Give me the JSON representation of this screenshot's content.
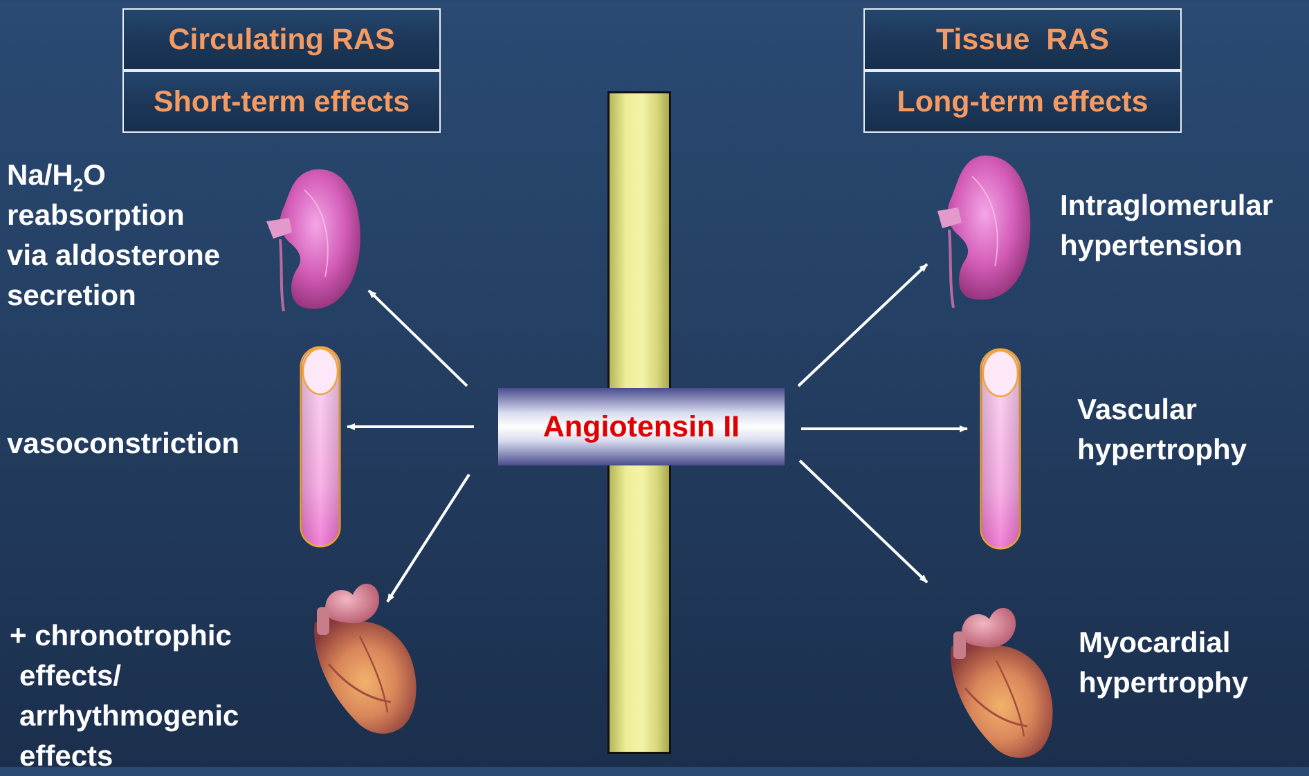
{
  "left_header": {
    "title": "Circulating RAS",
    "subtitle": "Short-term effects"
  },
  "right_header": {
    "title": "Tissue  RAS",
    "subtitle": "Long-term effects"
  },
  "center": {
    "label": "Angiotensin II"
  },
  "left_effects": {
    "renal": {
      "line1_pre": "Na/H",
      "line1_sub": "2",
      "line1_post": "O",
      "line2": "reabsorption",
      "line3": "via aldosterone",
      "line4": "secretion"
    },
    "vascular": "vasoconstriction",
    "cardiac": {
      "line1": "+ chronotrophic",
      "line2": "effects/",
      "line3": "arrhythmogenic",
      "line4": "effects"
    }
  },
  "right_effects": {
    "renal": {
      "line1": "Intraglomerular",
      "line2": "hypertension"
    },
    "vascular": {
      "line1": "Vascular",
      "line2": "hypertrophy"
    },
    "cardiac": {
      "line1": "Myocardial",
      "line2": "hypertrophy"
    }
  },
  "colors": {
    "header_text": "#f49a63",
    "center_text": "#e00000",
    "pillar": "#eeee98",
    "vessel": "#f58fd9"
  }
}
